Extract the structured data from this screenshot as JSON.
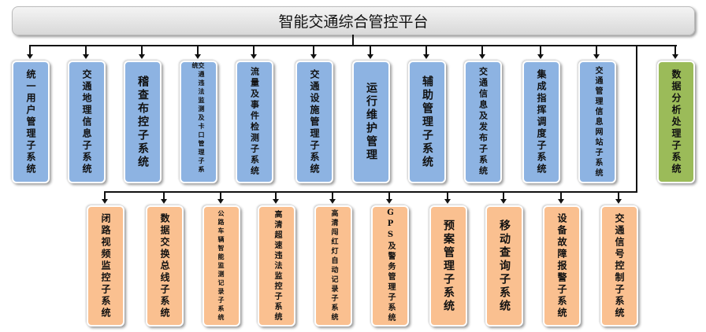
{
  "title": "智能交通综合管控平台",
  "row1": [
    "统一用户管理子系统",
    "交通地理信息子系统",
    "稽查布控子系统",
    "交通违法监测及卡口管理子系统",
    "流量及事件检测子系统",
    "交通设施管理子系统",
    "运行维护管理",
    "辅助管理子系统",
    "交通信息及发布子系统",
    "集成指挥调度子系统",
    "交通管理信息网站子系统"
  ],
  "analysis": "数据分析处理子系统",
  "row2": [
    "闭路视频监控子系统",
    "数据交换总线子系统",
    "公路车辆智能监测记录子系统",
    "高清超速违法监控子系统",
    "高清闯红灯自动记录子系统",
    "GPS及警务管理子系统",
    "预案管理子系统",
    "移动查询子系统",
    "设备故障报警子系统",
    "交通信号控制子系统"
  ],
  "colors": {
    "blue": "#8db3e2",
    "green": "#9bbb59",
    "orange": "#fac090"
  }
}
